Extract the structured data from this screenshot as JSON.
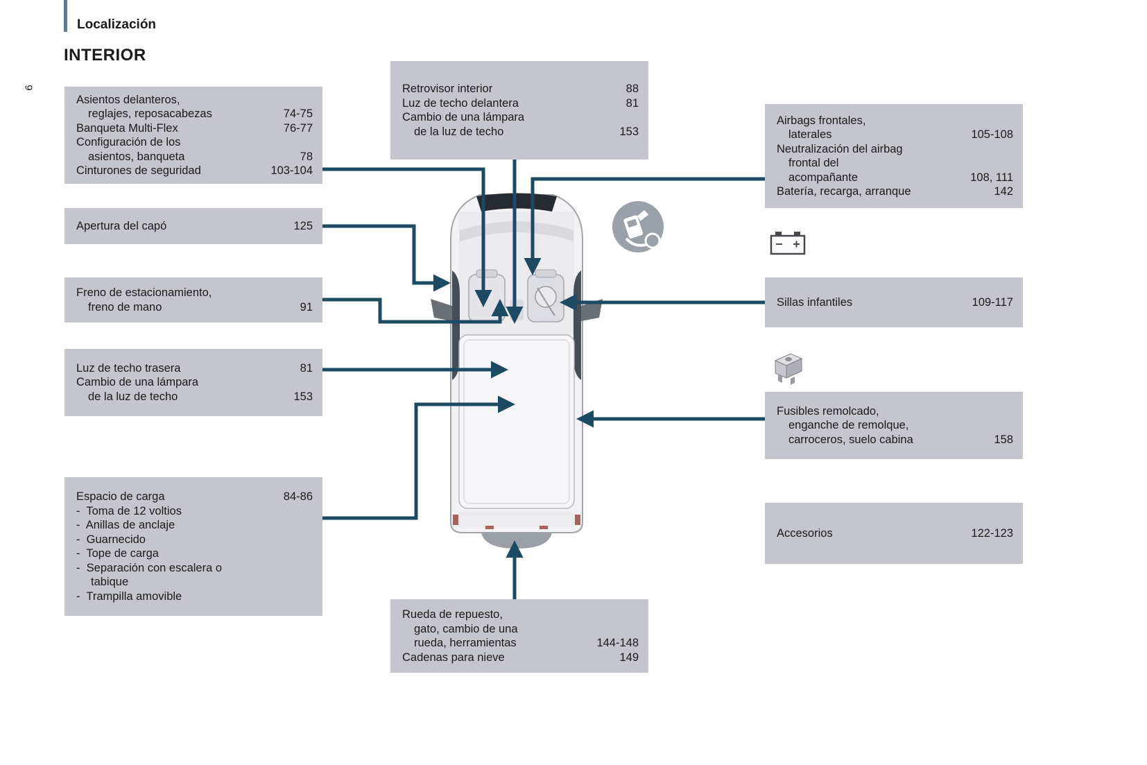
{
  "page": {
    "header": "Localización",
    "title": "INTERIOR",
    "page_number": "6"
  },
  "colors": {
    "box_bg": "#c5c6cd",
    "arrow": "#1d4a63",
    "text": "#1a1a1a",
    "accent": "#5d7d99"
  },
  "icons": {
    "misfuel": "misfuel-prevention-icon",
    "battery": "battery-icon",
    "fuse": "fuse-icon"
  },
  "boxes": {
    "mirror": {
      "rows": [
        {
          "t": "Retrovisor interior",
          "r": "88"
        },
        {
          "t": "Luz de techo delantera",
          "r": "81"
        },
        {
          "t": "Cambio de una lámpara",
          "r": ""
        },
        {
          "t": "de la luz de techo",
          "r": "153"
        }
      ]
    },
    "seats": {
      "rows": [
        {
          "t": "Asientos delanteros,",
          "r": ""
        },
        {
          "t": "reglajes, reposacabezas",
          "r": "74-75"
        },
        {
          "t": "Banqueta Multi-Flex",
          "r": "76-77"
        },
        {
          "t": "Configuración de los",
          "r": ""
        },
        {
          "t": "asientos, banqueta",
          "r": "78"
        },
        {
          "t": "Cinturones de seguridad",
          "r": "103-104"
        }
      ]
    },
    "hood": {
      "rows": [
        {
          "t": "Apertura del capó",
          "r": "125"
        }
      ]
    },
    "brake": {
      "rows": [
        {
          "t": "Freno de estacionamiento,",
          "r": ""
        },
        {
          "t": "freno de mano",
          "r": "91"
        }
      ]
    },
    "rear_light": {
      "rows": [
        {
          "t": "Luz de techo trasera",
          "r": "81"
        },
        {
          "t": "Cambio de una lámpara",
          "r": ""
        },
        {
          "t": "de la luz de techo",
          "r": "153"
        }
      ]
    },
    "cargo": {
      "rows": [
        {
          "t": "Espacio de carga",
          "r": "84-86"
        },
        {
          "t": "-  Toma de 12 voltios",
          "r": ""
        },
        {
          "t": "-  Anillas de anclaje",
          "r": ""
        },
        {
          "t": "-  Guarnecido",
          "r": ""
        },
        {
          "t": "-  Tope de carga",
          "r": ""
        },
        {
          "t": "-  Separación con escalera o",
          "r": ""
        },
        {
          "t": "tabique",
          "r": ""
        },
        {
          "t": "-  Trampilla amovible",
          "r": ""
        }
      ]
    },
    "spare": {
      "rows": [
        {
          "t": "Rueda de repuesto,",
          "r": ""
        },
        {
          "t": "gato, cambio de una",
          "r": ""
        },
        {
          "t": "rueda, herramientas",
          "r": "144-148"
        },
        {
          "t": "Cadenas para nieve",
          "r": "149"
        }
      ]
    },
    "airbags": {
      "rows": [
        {
          "t": "Airbags frontales,",
          "r": ""
        },
        {
          "t": "laterales",
          "r": "105-108"
        },
        {
          "t": "Neutralización del airbag",
          "r": ""
        },
        {
          "t": "frontal del",
          "r": ""
        },
        {
          "t": "acompañante",
          "r": "108, 111"
        },
        {
          "t": "Batería, recarga, arranque",
          "r": "142"
        }
      ]
    },
    "child_seats": {
      "rows": [
        {
          "t": "Sillas infantiles",
          "r": "109-117"
        }
      ]
    },
    "fuses": {
      "rows": [
        {
          "t": "Fusibles remolcado,",
          "r": ""
        },
        {
          "t": "enganche de remolque,",
          "r": ""
        },
        {
          "t": "carroceros, suelo cabina",
          "r": "158"
        }
      ]
    },
    "accessories": {
      "rows": [
        {
          "t": "Accesorios",
          "r": "122-123"
        }
      ]
    }
  }
}
